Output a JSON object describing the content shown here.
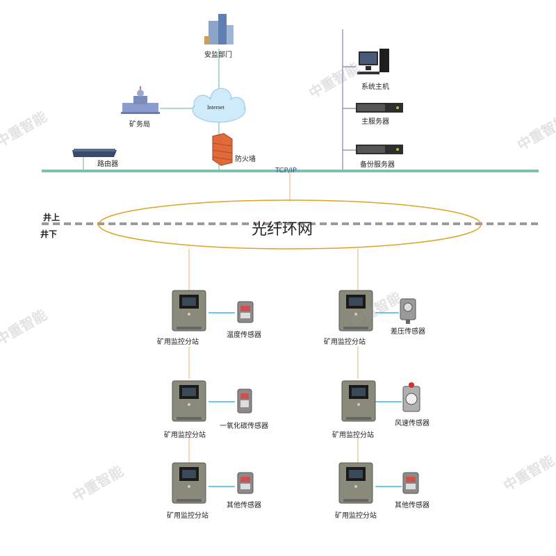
{
  "colors": {
    "bus_line": "#7fbfb0",
    "fiber_ring": "#e0a020",
    "drop_line": "#f0c8a0",
    "sensor_link": "#3cb8e0",
    "backbone": "#7d86b0"
  },
  "labels": {
    "safety_dept": "安监部门",
    "mining_bureau": "矿务局",
    "internet": "Internet",
    "firewall": "防火墙",
    "router": "路由器",
    "system_host": "系统主机",
    "main_server": "主服务器",
    "backup_server": "备份服务器",
    "tcp_ip": "TCP/IP",
    "above_ground": "井上",
    "below_ground": "井下",
    "fiber_ring": "光纤环网"
  },
  "substations": [
    {
      "label": "矿用监控分站",
      "sensor": "温度传感器"
    },
    {
      "label": "矿用监控分站",
      "sensor": "一氧化碳传感器"
    },
    {
      "label": "矿用监控分站",
      "sensor": "其他传感器"
    },
    {
      "label": "矿用监控分站",
      "sensor": "差压传感器"
    },
    {
      "label": "矿用监控分站",
      "sensor": "风速传感器"
    },
    {
      "label": "矿用监控分站",
      "sensor": "其他传感器"
    }
  ],
  "watermark": "中重智能"
}
